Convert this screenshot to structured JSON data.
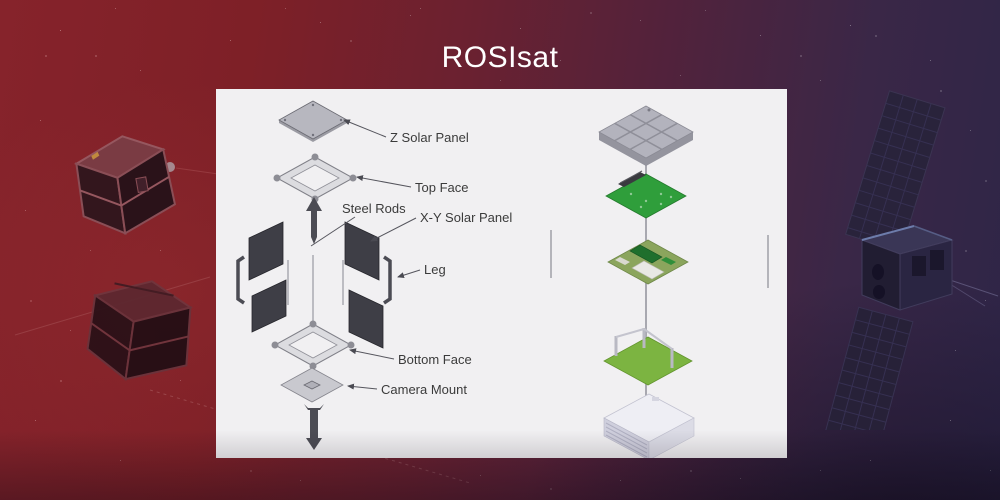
{
  "title": "ROSIsat",
  "diagram": {
    "labels": {
      "z_solar_panel": "Z Solar Panel",
      "top_face": "Top Face",
      "steel_rods": "Steel Rods",
      "xy_solar_panel": "X-Y Solar Panel",
      "leg": "Leg",
      "bottom_face": "Bottom Face",
      "camera_mount": "Camera Mount"
    }
  },
  "colors": {
    "bg_left": "#7e2027",
    "bg_right": "#2b2347",
    "slide_panel": "#f1f0f2",
    "title_text": "#ffffff",
    "label_text": "#3b3b3b",
    "pcb_green": "#2f9e3b",
    "board_olive": "#8ba55d",
    "board_light_green": "#7cb441",
    "solar_gray": "#b3b3bd",
    "line_art_dark": "#3e3e46"
  }
}
